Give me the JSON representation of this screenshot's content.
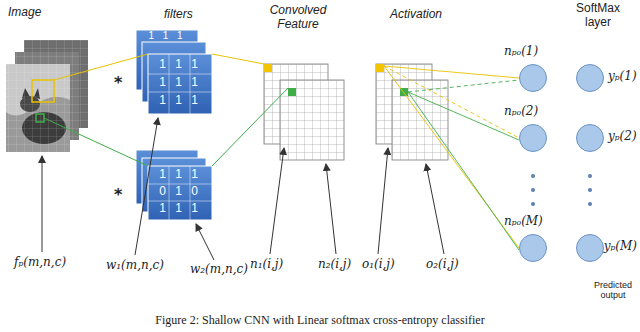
{
  "diagram": {
    "caption": "Figure 2: Shallow CNN with Linear softmax cross-entropy classifier",
    "nodes": [
      {
        "text": [
          "nₚₒ(1)"
        ]
      },
      {
        "text": [
          "yₚ(1)"
        ]
      },
      {
        "text": [
          "nₚₒ(2)"
        ]
      },
      {
        "text": [
          "yₚ(2)"
        ]
      },
      {
        "text": [
          "nₚₒ(M)"
        ]
      },
      {
        "text": [
          "yₚ(M)"
        ]
      }
    ],
    "labels": [
      "Image",
      "filters",
      "Convolved Feature",
      "Activation",
      "SoftMax layer",
      "1 1 1",
      "1 1 1",
      "1 1 1",
      "1 1 1",
      "1 1 1",
      "0 1 0",
      "1 1 1",
      "*",
      "*",
      "fₚ(m,n,c)",
      "w₁(m,n,c)",
      "w₂(m,n,c)",
      "n₁(i,j)",
      "n₂(i,j)",
      "o₁(i,j)",
      "o₂(i,j)",
      "Predicted output"
    ]
  }
}
